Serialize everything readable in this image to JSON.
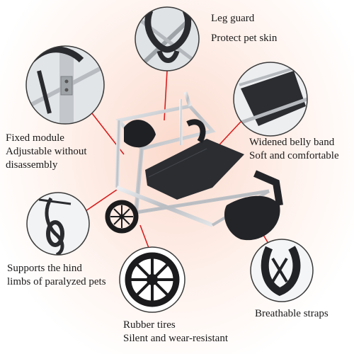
{
  "labels": {
    "leg_guard": {
      "title": "Leg guard",
      "subtitle": "Protect pet skin"
    },
    "fixed_module": {
      "line1": "Fixed module",
      "line2": "Adjustable without",
      "line3": "disassembly"
    },
    "belly_band": {
      "title": "Widened belly band",
      "subtitle": "Soft and comfortable"
    },
    "hind_support": {
      "line1": "Supports the hind",
      "line2": "limbs of paralyzed pets"
    },
    "rubber_tires": {
      "title": "Rubber tires",
      "subtitle": "Silent and wear-resistant"
    },
    "straps": {
      "title": "Breathable straps"
    }
  },
  "colors": {
    "callout_line": "#d81e1e",
    "frame_metal": "#c9ccd0",
    "fabric": "#2b2d31",
    "background_glow": "#fbd9cb"
  },
  "icons": [
    "leg-guard-detail",
    "fixed-module-detail",
    "belly-band-detail",
    "hind-strap-detail",
    "wheel-detail",
    "harness-detail"
  ]
}
